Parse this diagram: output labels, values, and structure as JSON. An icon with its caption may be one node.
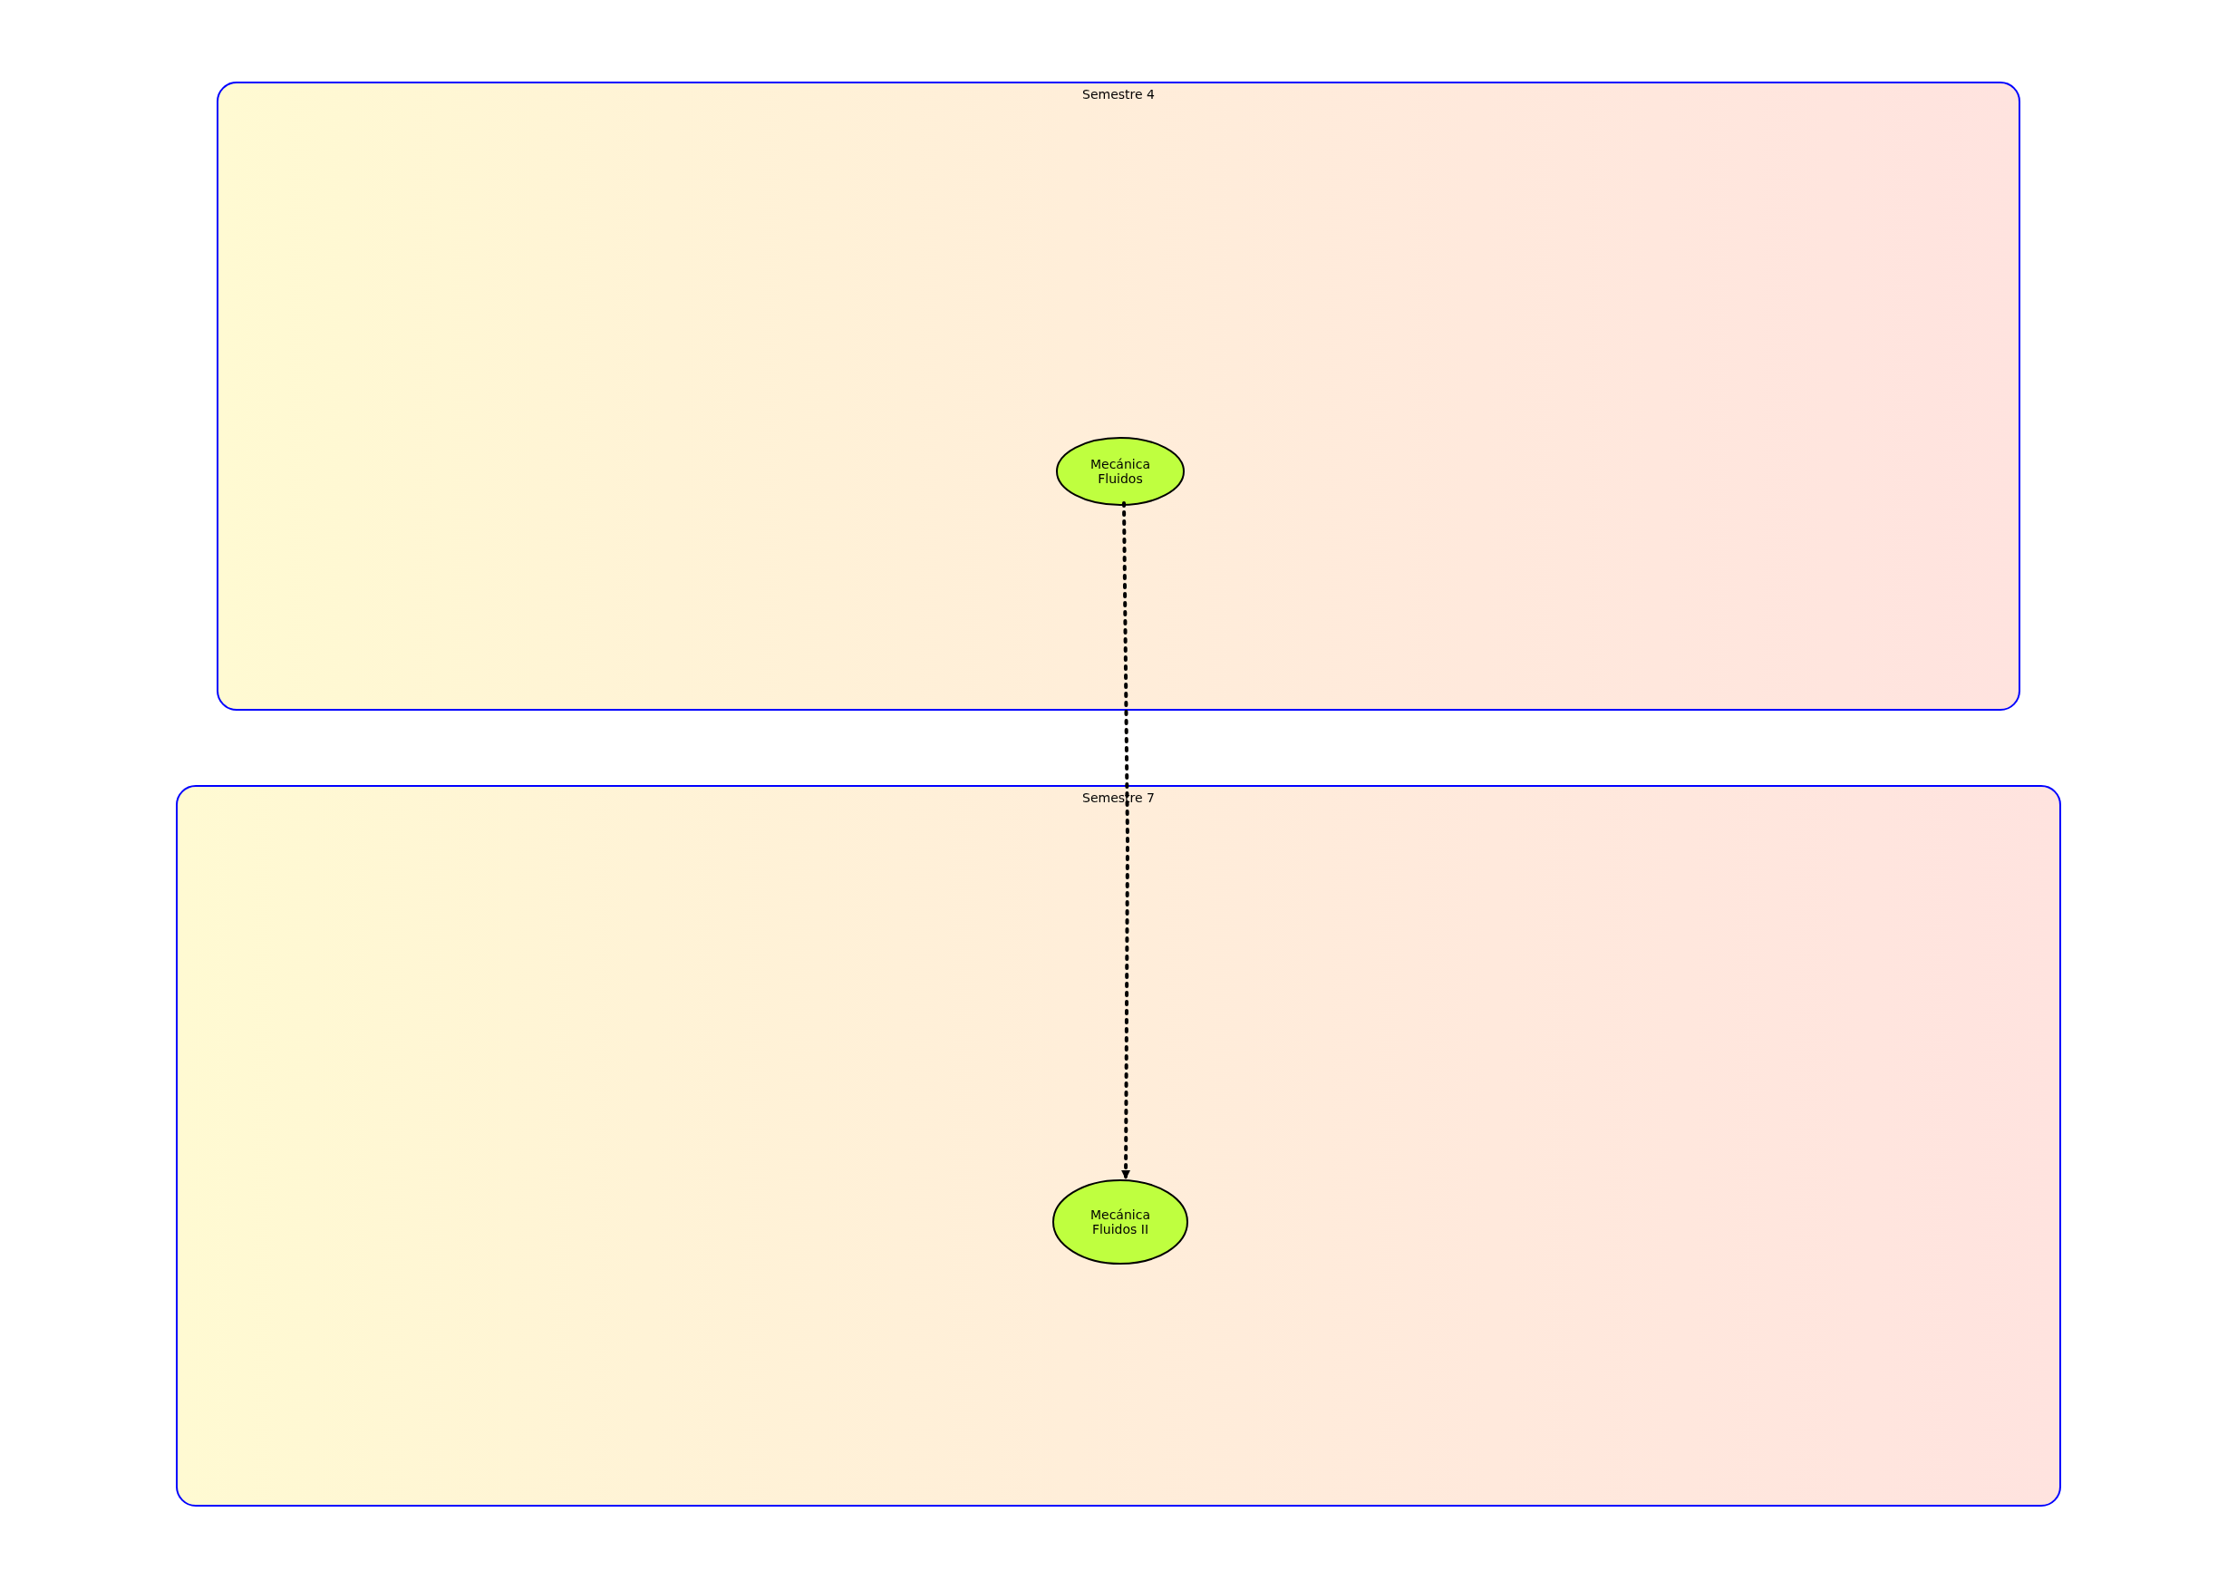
{
  "diagram": {
    "nodes": [
      {
        "text": [
          "Semestre 4"
        ]
      },
      {
        "text": [
          "Mecánica Fluidos"
        ],
        "in": 0
      },
      {
        "text": [
          "Semestre 7"
        ]
      },
      {
        "text": [
          "Mecánica Fluidos II"
        ],
        "in": 2
      }
    ],
    "edges": [
      {
        "from": 1,
        "to": 3,
        "arrow": "to",
        "style": "dashed"
      }
    ]
  }
}
